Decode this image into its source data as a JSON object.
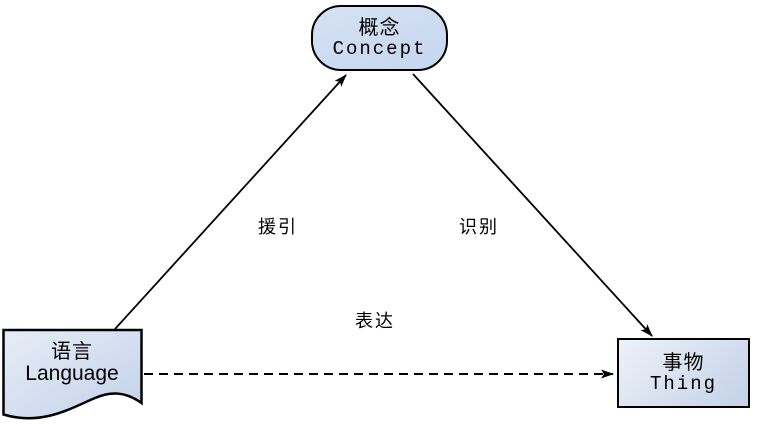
{
  "diagram": {
    "type": "semiotic-triangle",
    "background": "#ffffff",
    "nodes": {
      "concept": {
        "zh": "概念",
        "en": "Concept",
        "shape": "rounded-rectangle"
      },
      "language": {
        "zh": "语言",
        "en": "Language",
        "shape": "document"
      },
      "thing": {
        "zh": "事物",
        "en": "Thing",
        "shape": "rectangle"
      }
    },
    "edges": [
      {
        "id": "cite",
        "label": "援引",
        "from": "language",
        "to": "concept",
        "style": "solid",
        "arrowhead": "filled-triangle"
      },
      {
        "id": "identify",
        "label": "识别",
        "from": "concept",
        "to": "thing",
        "style": "solid",
        "arrowhead": "filled-triangle"
      },
      {
        "id": "express",
        "label": "表达",
        "from": "language",
        "to": "thing",
        "style": "dashed",
        "arrowhead": "filled-triangle"
      }
    ],
    "colors": {
      "node_fill_light": "#edf2f9",
      "node_fill_dark": "#c3d1e7",
      "concept_fill": "#cddbf1",
      "border": "#000000",
      "arrow": "#000000",
      "text": "#000000"
    }
  }
}
